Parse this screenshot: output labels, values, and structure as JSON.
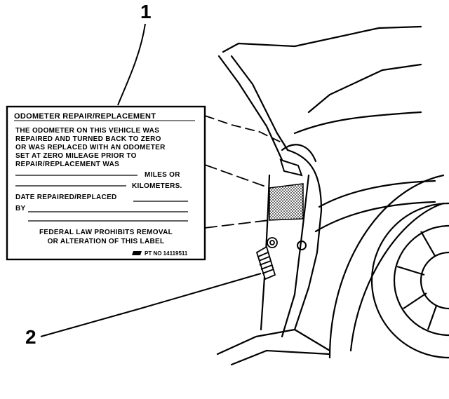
{
  "callouts": {
    "one": "1",
    "two": "2"
  },
  "label": {
    "title": "ODOMETER REPAIR/REPLACEMENT",
    "body_lines": [
      "THE ODOMETER ON THIS VEHICLE WAS",
      "REPAIRED AND TURNED BACK TO ZERO",
      "OR WAS REPLACED WITH AN ODOMETER",
      "SET AT ZERO   MILEAGE PRIOR TO",
      "REPAIR/REPLACEMENT WAS"
    ],
    "miles_or": "MILES OR",
    "kilometers": "KILOMETERS.",
    "date_line": "DATE REPAIRED/REPLACED",
    "by": "BY",
    "law_line1": "FEDERAL LAW PROHIBITS REMOVAL",
    "law_line2": "OR ALTERATION OF THIS LABEL",
    "part_no": "PT NO 14119511"
  },
  "colors": {
    "ink": "#000000",
    "paper": "#ffffff"
  }
}
